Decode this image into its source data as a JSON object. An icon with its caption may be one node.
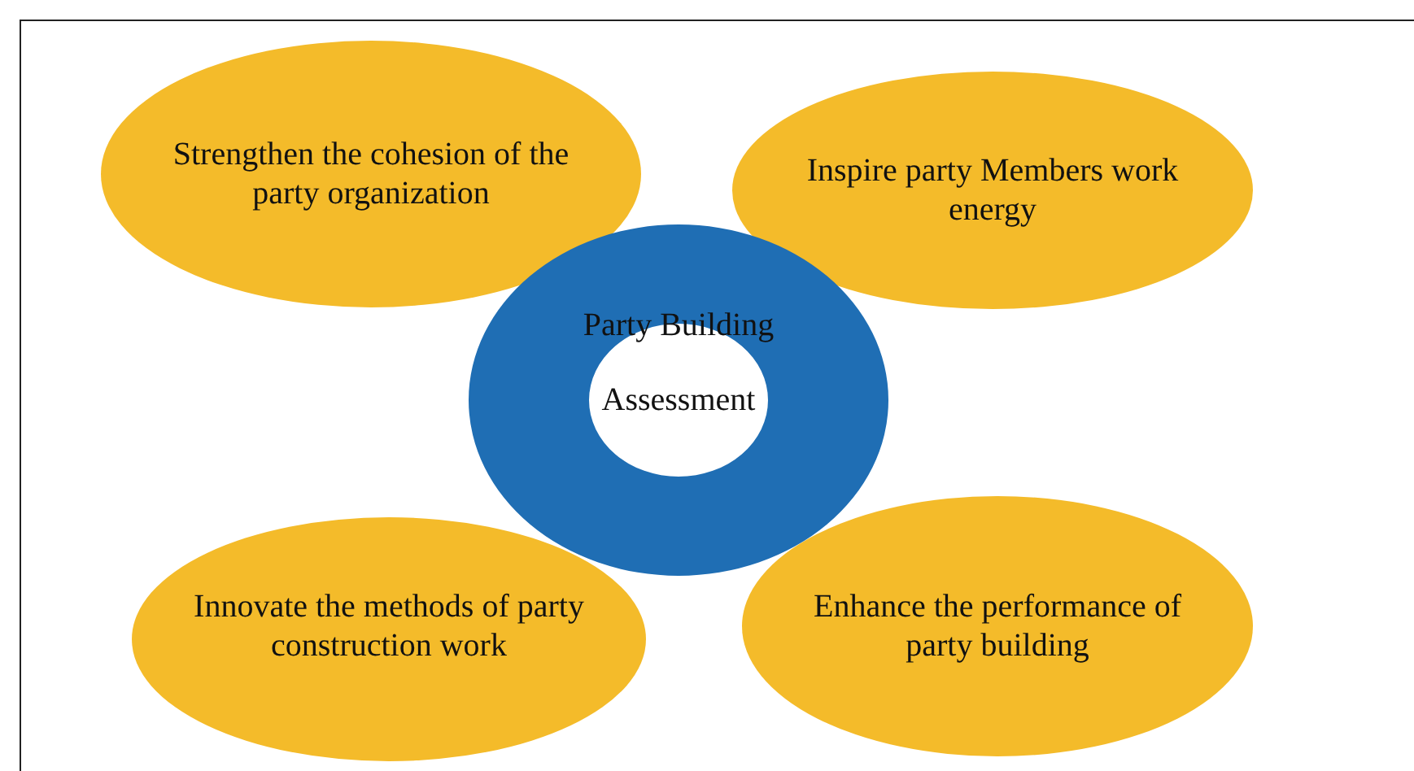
{
  "diagram": {
    "nodes": [
      {
        "text": [
          "Strengthen the cohesion of the party organization"
        ]
      },
      {
        "text": [
          "Inspire party Members work energy"
        ]
      },
      {
        "text": [
          "Party Building Assessment"
        ]
      },
      {
        "text": [
          "Innovate the methods of party construction work"
        ]
      },
      {
        "text": [
          "Enhance the performance of party building"
        ]
      }
    ]
  }
}
